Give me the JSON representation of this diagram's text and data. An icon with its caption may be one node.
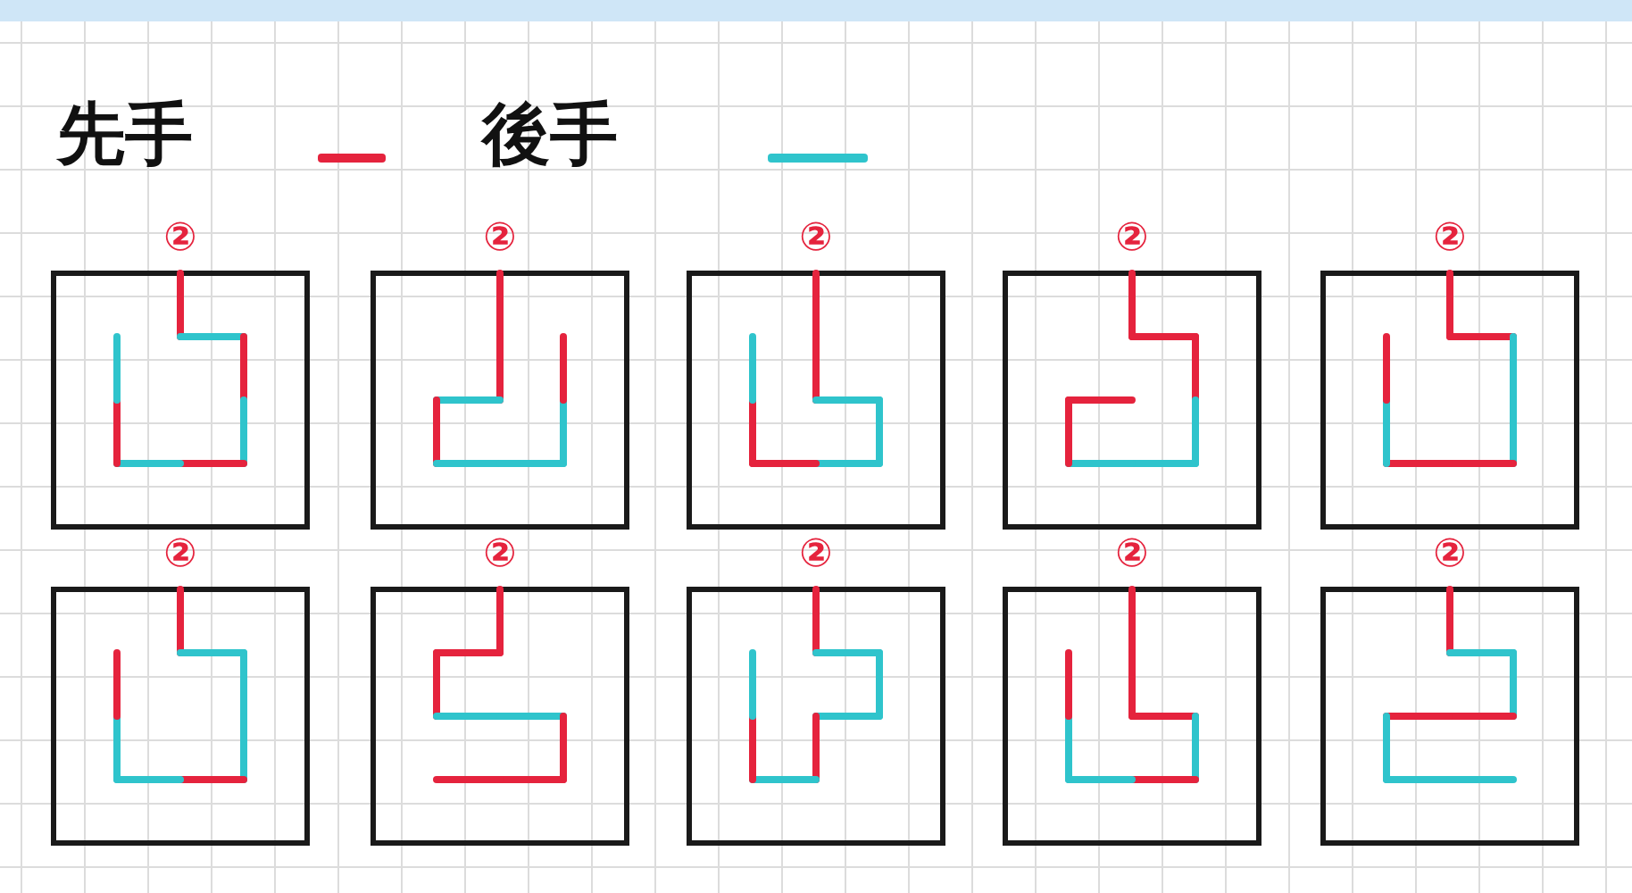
{
  "diagram": {
    "labels": [
      "②",
      "②",
      "②",
      "②",
      "②",
      "②",
      "②",
      "②",
      "②",
      "②"
    ],
    "legend": [
      {
        "text": "先手",
        "color": "#e5233d"
      },
      {
        "text": "後手",
        "color": "#2fc4cc"
      }
    ]
  }
}
